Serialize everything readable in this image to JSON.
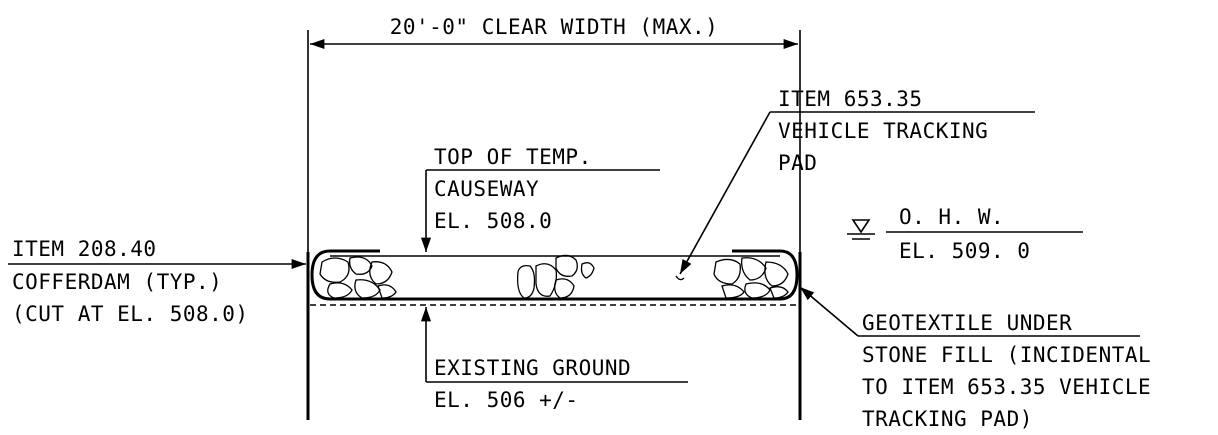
{
  "dimension": {
    "clear_width": "20'-0\" CLEAR WIDTH (MAX.)"
  },
  "top_label": {
    "line1": "TOP OF TEMP.",
    "line2": "CAUSEWAY",
    "line3": "EL. 508.0"
  },
  "vehicle_pad": {
    "line1": "ITEM 653.35",
    "line2": "VEHICLE TRACKING",
    "line3": "PAD"
  },
  "ohw": {
    "label": "O. H. W.",
    "elevation": "EL.  509. 0"
  },
  "cofferdam": {
    "line1": "ITEM 208.40",
    "line2": "COFFERDAM (TYP.)",
    "line3": "(CUT AT EL. 508.0)"
  },
  "ground": {
    "line1": "EXISTING GROUND",
    "line2": "EL. 506 +/-"
  },
  "geotextile": {
    "line1": "GEOTEXTILE UNDER",
    "line2": "STONE FILL (INCIDENTAL",
    "line3": "TO ITEM 653.35 VEHICLE",
    "line4": "TRACKING PAD)"
  }
}
